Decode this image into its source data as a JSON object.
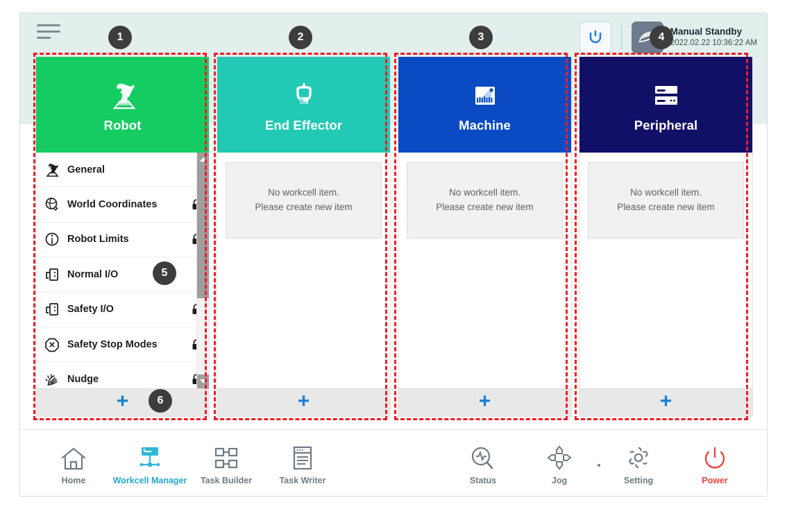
{
  "header": {
    "menu_icon": "hamburger-menu-icon",
    "mode_button_icon": "robot-mode-icon",
    "standby_icon": "manual-hand-icon",
    "status_title": "Manual Standby",
    "status_time": "2022.02.22 10:36:22 AM"
  },
  "columns": [
    {
      "key": "robot",
      "title": "Robot",
      "icon": "robot-arm-icon",
      "color": "#15cc63",
      "add_label": "+",
      "has_list": true,
      "items": [
        {
          "label": "General",
          "icon": "robot-arm-icon",
          "locked": false
        },
        {
          "label": "World Coordinates",
          "icon": "world-coordinates-icon",
          "locked": true
        },
        {
          "label": "Robot Limits",
          "icon": "robot-limits-icon",
          "locked": true
        },
        {
          "label": "Normal I/O",
          "icon": "io-port-icon",
          "locked": false
        },
        {
          "label": "Safety I/O",
          "icon": "io-port-icon",
          "locked": true
        },
        {
          "label": "Safety Stop Modes",
          "icon": "safety-stop-icon",
          "locked": true
        },
        {
          "label": "Nudge",
          "icon": "nudge-hand-icon",
          "locked": true
        }
      ]
    },
    {
      "key": "end-effector",
      "title": "End Effector",
      "icon": "gripper-icon",
      "color": "#22c9b4",
      "add_label": "+",
      "has_list": false,
      "empty_line1": "No workcell item.",
      "empty_line2": "Please create new item"
    },
    {
      "key": "machine",
      "title": "Machine",
      "icon": "machine-icon",
      "color": "#0a4bc4",
      "add_label": "+",
      "has_list": false,
      "empty_line1": "No workcell item.",
      "empty_line2": "Please create new item"
    },
    {
      "key": "peripheral",
      "title": "Peripheral",
      "icon": "peripheral-rack-icon",
      "color": "#120f67",
      "add_label": "+",
      "has_list": false,
      "empty_line1": "No workcell item.",
      "empty_line2": "Please create new item"
    }
  ],
  "bottom_nav": {
    "left": [
      {
        "label": "Home",
        "icon": "home-icon",
        "active": false
      },
      {
        "label": "Workcell Manager",
        "icon": "workcell-manager-icon",
        "active": true
      },
      {
        "label": "Task Builder",
        "icon": "task-builder-icon",
        "active": false
      },
      {
        "label": "Task Writer",
        "icon": "task-writer-icon",
        "active": false
      }
    ],
    "right": [
      {
        "label": "Status",
        "icon": "status-scope-icon",
        "active": false
      },
      {
        "label": "Jog",
        "icon": "jog-dpad-icon",
        "active": false
      },
      {
        "label": "Setting",
        "icon": "gear-icon",
        "active": false
      },
      {
        "label": "Power",
        "icon": "power-icon",
        "active": false
      }
    ]
  },
  "annotations": {
    "accent_color": "#ee1c24",
    "badge_color": "#3d3d3d",
    "badges": [
      {
        "num": "1",
        "target": "robot-column"
      },
      {
        "num": "2",
        "target": "end-effector-column"
      },
      {
        "num": "3",
        "target": "machine-column"
      },
      {
        "num": "4",
        "target": "peripheral-column"
      },
      {
        "num": "5",
        "target": "robot-item-list"
      },
      {
        "num": "6",
        "target": "robot-add-button"
      }
    ]
  }
}
